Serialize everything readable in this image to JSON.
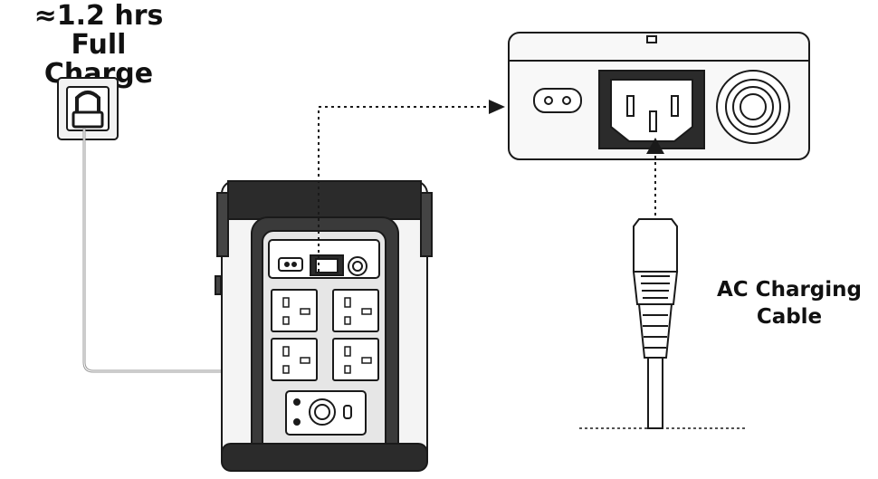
{
  "charge_title": {
    "line1": "≈1.2 hrs Full",
    "line2": "Charge"
  },
  "cable_label": {
    "line1": "AC Charging",
    "line2": "Cable"
  },
  "colors": {
    "stroke": "#1a1a1a",
    "body_fill": "#f4f4f4",
    "panel_fill": "#e6e6e6",
    "dark_panel": "#2b2b2b"
  },
  "icons": [
    "wall-socket-plug-icon",
    "power-station-icon",
    "ac-input-port-icon",
    "ac-charging-cable-icon",
    "arrow-icon"
  ]
}
